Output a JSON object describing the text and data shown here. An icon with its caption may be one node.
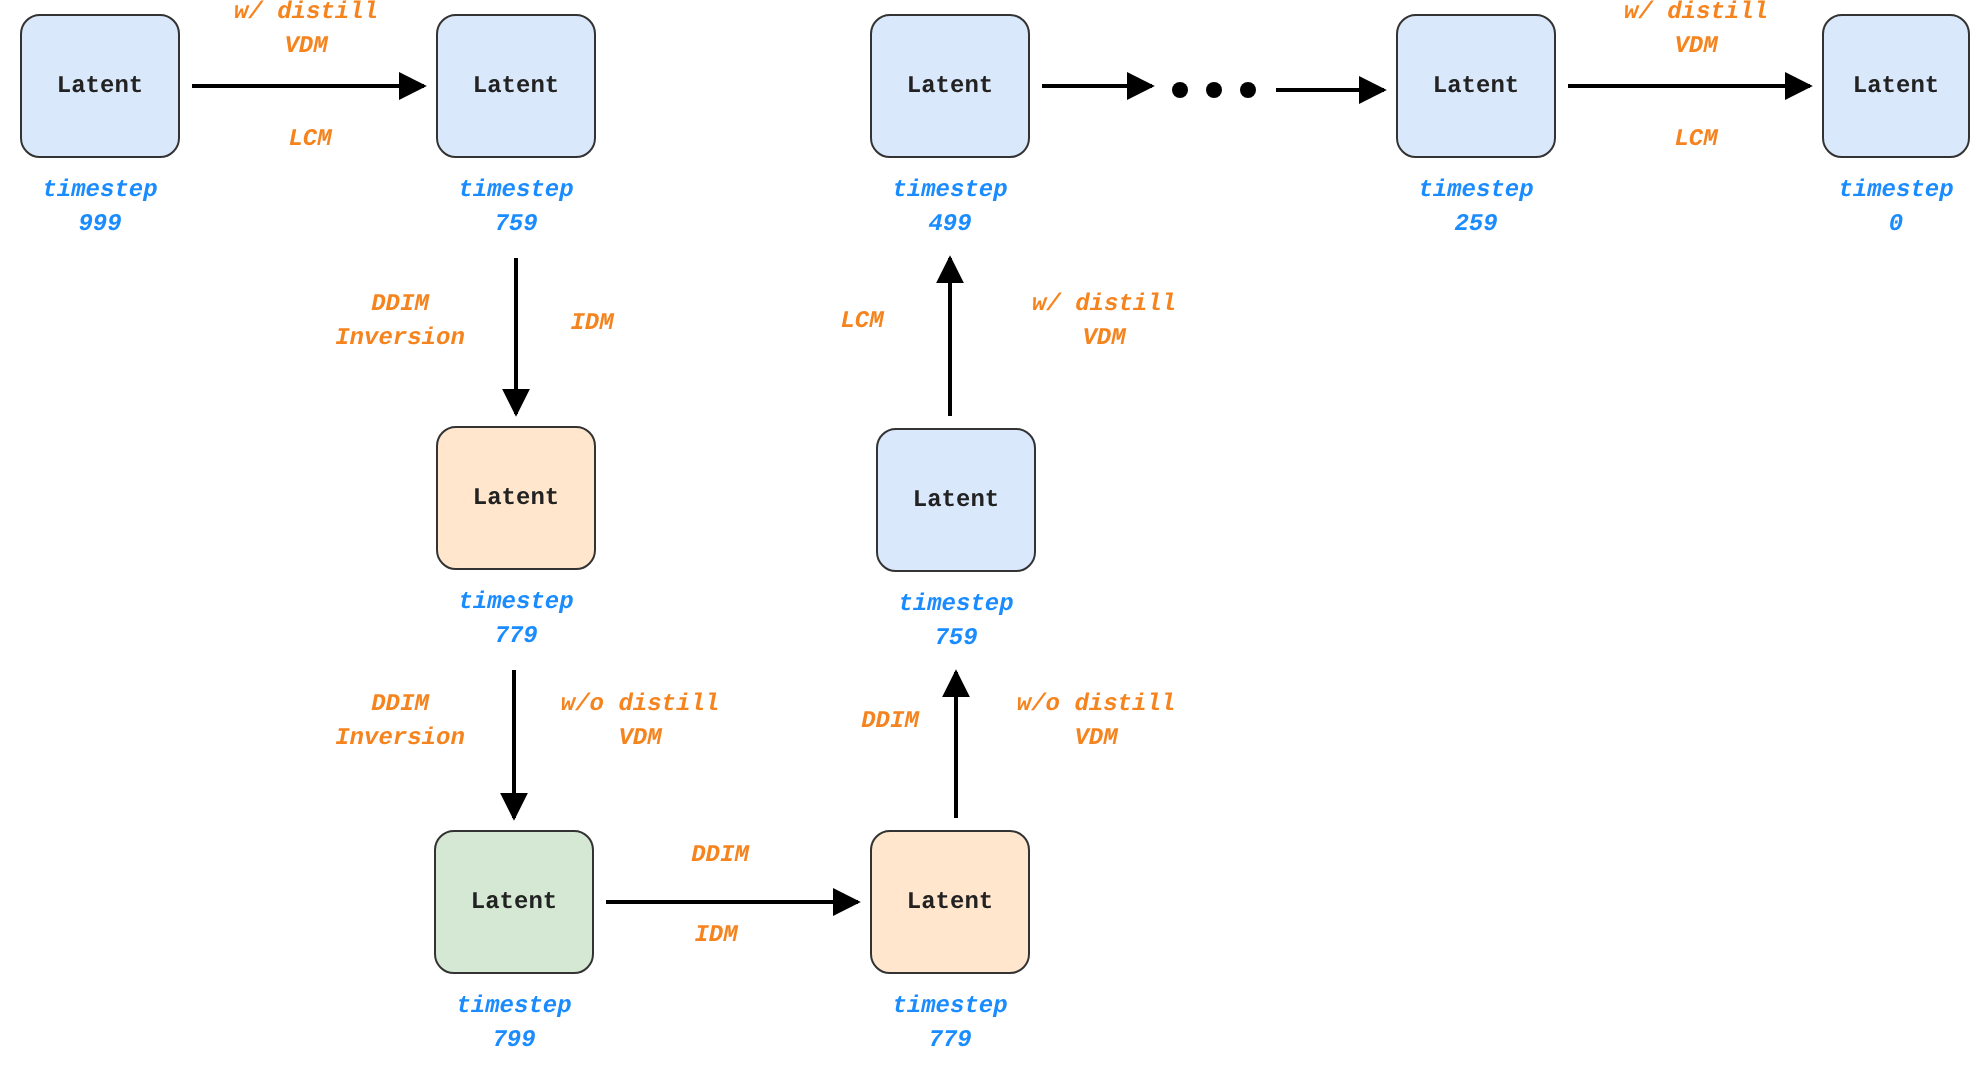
{
  "diagram": {
    "nodes": [
      {
        "text": [
          "Latent"
        ],
        "beside": [
          "timestep 999"
        ]
      },
      {
        "text": [
          "Latent"
        ],
        "beside": [
          "timestep 759"
        ]
      },
      {
        "text": [
          "Latent"
        ],
        "beside": [
          "timestep 779"
        ]
      },
      {
        "text": [
          "Latent"
        ],
        "beside": [
          "timestep 799"
        ]
      },
      {
        "text": [
          "Latent"
        ],
        "beside": [
          "timestep 779"
        ]
      },
      {
        "text": [
          "Latent"
        ],
        "beside": [
          "timestep 759"
        ]
      },
      {
        "text": [
          "Latent"
        ],
        "beside": [
          "timestep 499"
        ]
      },
      {
        "text": [],
        "shape": "dots"
      },
      {
        "text": [
          "Latent"
        ],
        "beside": [
          "timestep 259"
        ]
      },
      {
        "text": [
          "Latent"
        ],
        "beside": [
          "timestep 0"
        ]
      }
    ],
    "edges": [
      {
        "from": 0,
        "to": 1,
        "arrow": "to",
        "label": "w/ distill VDM"
      },
      {
        "from": 1,
        "to": 2,
        "arrow": "to",
        "label": "DDIM Inversion"
      },
      {
        "from": 2,
        "to": 3,
        "arrow": "to",
        "label": "DDIM Inversion"
      },
      {
        "from": 3,
        "to": 4,
        "arrow": "to",
        "label": "DDIM"
      },
      {
        "from": 4,
        "to": 5,
        "arrow": "to",
        "label": "DDIM"
      },
      {
        "from": 5,
        "to": 6,
        "arrow": "to",
        "label": "LCM"
      },
      {
        "from": 6,
        "to": 7,
        "arrow": "to"
      },
      {
        "from": 7,
        "to": 8,
        "arrow": "to"
      },
      {
        "from": 8,
        "to": 9,
        "arrow": "to",
        "label": "w/ distill VDM"
      }
    ],
    "labels": [
      "LCM",
      "IDM",
      "w/o distill VDM",
      "IDM",
      "w/o distill VDM",
      "w/ distill VDM",
      "LCM"
    ]
  }
}
